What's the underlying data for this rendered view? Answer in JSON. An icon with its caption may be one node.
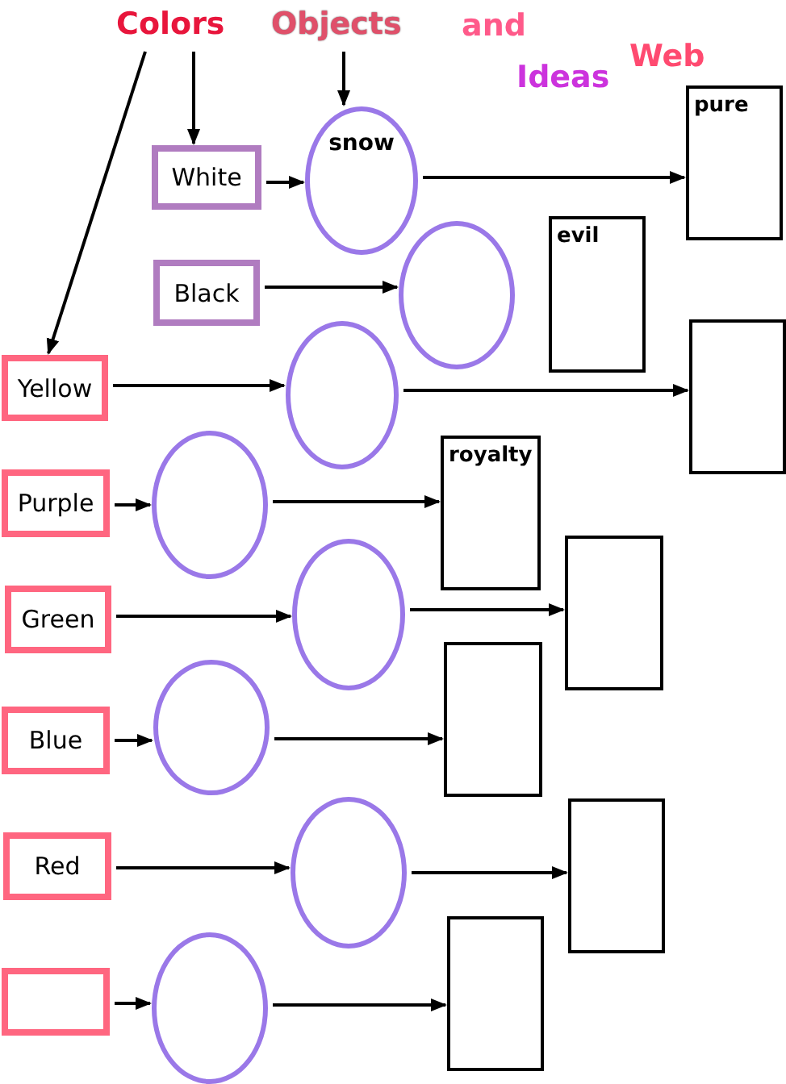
{
  "diagram": {
    "nodes": [
      {
        "text": [
          "Colors"
        ]
      },
      {
        "text": [
          "Objects"
        ]
      },
      {
        "text": [
          "White"
        ]
      },
      {
        "text": [
          "snow"
        ]
      },
      {
        "text": [
          "pure"
        ]
      },
      {
        "text": [
          "Black"
        ]
      },
      {
        "text": [],
        "shape": "circle"
      },
      {
        "text": [
          "evil"
        ]
      },
      {
        "text": [
          "Yellow"
        ]
      },
      {
        "text": [],
        "shape": "circle"
      },
      {
        "text": [],
        "shape": "box"
      },
      {
        "text": [
          "Purple"
        ]
      },
      {
        "text": [],
        "shape": "circle"
      },
      {
        "text": [
          "royalty"
        ]
      },
      {
        "text": [
          "Green"
        ]
      },
      {
        "text": [],
        "shape": "circle"
      },
      {
        "text": [],
        "shape": "box"
      },
      {
        "text": [
          "Blue"
        ]
      },
      {
        "text": [],
        "shape": "circle"
      },
      {
        "text": [],
        "shape": "box"
      },
      {
        "text": [
          "Red"
        ]
      },
      {
        "text": [],
        "shape": "circle"
      },
      {
        "text": [],
        "shape": "box"
      },
      {
        "text": [],
        "shape": "box"
      },
      {
        "text": [],
        "shape": "circle"
      },
      {
        "text": [],
        "shape": "box"
      }
    ],
    "edges": [
      {
        "from": 0,
        "to": 2,
        "arrow": "to"
      },
      {
        "from": 0,
        "to": 8,
        "arrow": "to"
      },
      {
        "from": 1,
        "to": 3,
        "arrow": "to"
      },
      {
        "from": 2,
        "to": 3,
        "arrow": "to"
      },
      {
        "from": 3,
        "to": 4,
        "arrow": "to"
      },
      {
        "from": 5,
        "to": 6,
        "arrow": "to"
      },
      {
        "from": 8,
        "to": 9,
        "arrow": "to"
      },
      {
        "from": 9,
        "to": 10,
        "arrow": "to"
      },
      {
        "from": 11,
        "to": 12,
        "arrow": "to"
      },
      {
        "from": 12,
        "to": 13,
        "arrow": "to"
      },
      {
        "from": 14,
        "to": 15,
        "arrow": "to"
      },
      {
        "from": 15,
        "to": 16,
        "arrow": "to"
      },
      {
        "from": 17,
        "to": 18,
        "arrow": "to"
      },
      {
        "from": 18,
        "to": 19,
        "arrow": "to"
      },
      {
        "from": 20,
        "to": 21,
        "arrow": "to"
      },
      {
        "from": 21,
        "to": 22,
        "arrow": "to"
      },
      {
        "from": 23,
        "to": 24,
        "arrow": "to"
      },
      {
        "from": 24,
        "to": 25,
        "arrow": "to"
      }
    ],
    "labels": [
      "and",
      "Ideas",
      "Web"
    ]
  }
}
